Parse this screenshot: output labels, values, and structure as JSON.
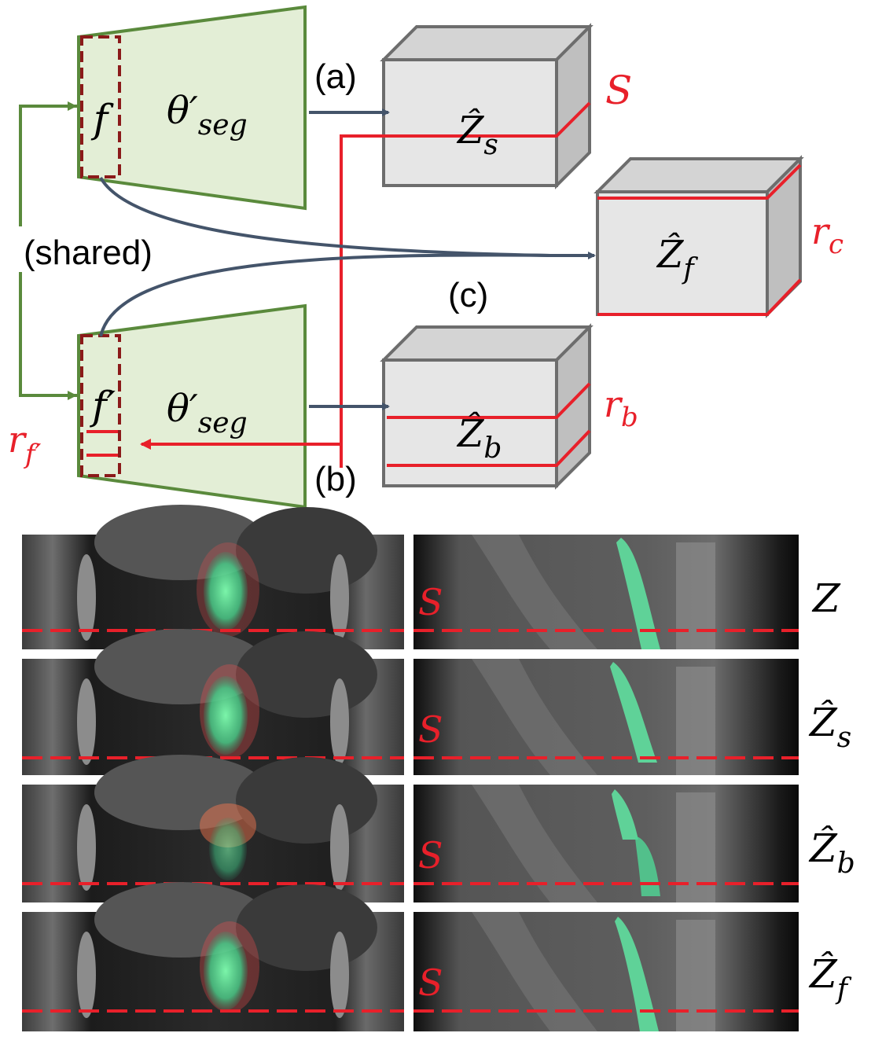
{
  "encoders": {
    "top": {
      "feature": "f",
      "param": "θ′",
      "param_sub": "seg"
    },
    "bottom": {
      "feature": "f′",
      "param": "θ′",
      "param_sub": "seg",
      "region": "r",
      "region_sub": "f′"
    },
    "shared_label": "(shared)"
  },
  "arrows": {
    "a": "(a)",
    "b": "(b)",
    "c": "(c)"
  },
  "volumes": {
    "zs": {
      "main": "Ẑ",
      "sub": "s",
      "marker": "S"
    },
    "zf": {
      "main": "Ẑ",
      "sub": "f",
      "marker": "r",
      "marker_sub": "c"
    },
    "zb": {
      "main": "Ẑ",
      "sub": "b",
      "marker": "r",
      "marker_sub": "b"
    }
  },
  "slice_grid": {
    "slice_label": "S",
    "rows": [
      {
        "main": "Z",
        "sub": ""
      },
      {
        "main": "Ẑ",
        "sub": "s"
      },
      {
        "main": "Ẑ",
        "sub": "b"
      },
      {
        "main": "Ẑ",
        "sub": "f"
      }
    ]
  },
  "colors": {
    "encoder_fill": "#e3eed6",
    "encoder_stroke": "#5a8a3c",
    "feature_box": "#8b1a1a",
    "arrow": "#44546a",
    "accent_red": "#e8202a",
    "cube_front": "#e6e6e6",
    "cube_side": "#bfbfbf",
    "cube_edge": "#6d6d6d"
  }
}
